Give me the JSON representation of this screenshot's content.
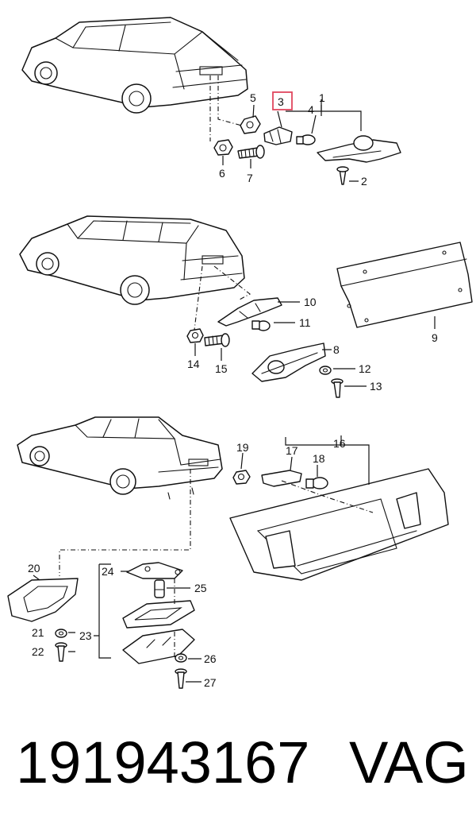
{
  "footer": {
    "part_number": "191943167",
    "brand": "VAG"
  },
  "callouts": {
    "c1": "1",
    "c2": "2",
    "c3": "3",
    "c4": "4",
    "c5": "5",
    "c6": "6",
    "c7": "7",
    "c8": "8",
    "c9": "9",
    "c10": "10",
    "c11": "11",
    "c12": "12",
    "c13": "13",
    "c14": "14",
    "c15": "15",
    "c16": "16",
    "c17": "17",
    "c18": "18",
    "c19": "19",
    "c20": "20",
    "c21": "21",
    "c22": "22",
    "c23": "23",
    "c24": "24",
    "c25": "25",
    "c26": "26",
    "c27": "27"
  },
  "colors": {
    "highlight": "#e0475e",
    "ink": "#111111"
  }
}
